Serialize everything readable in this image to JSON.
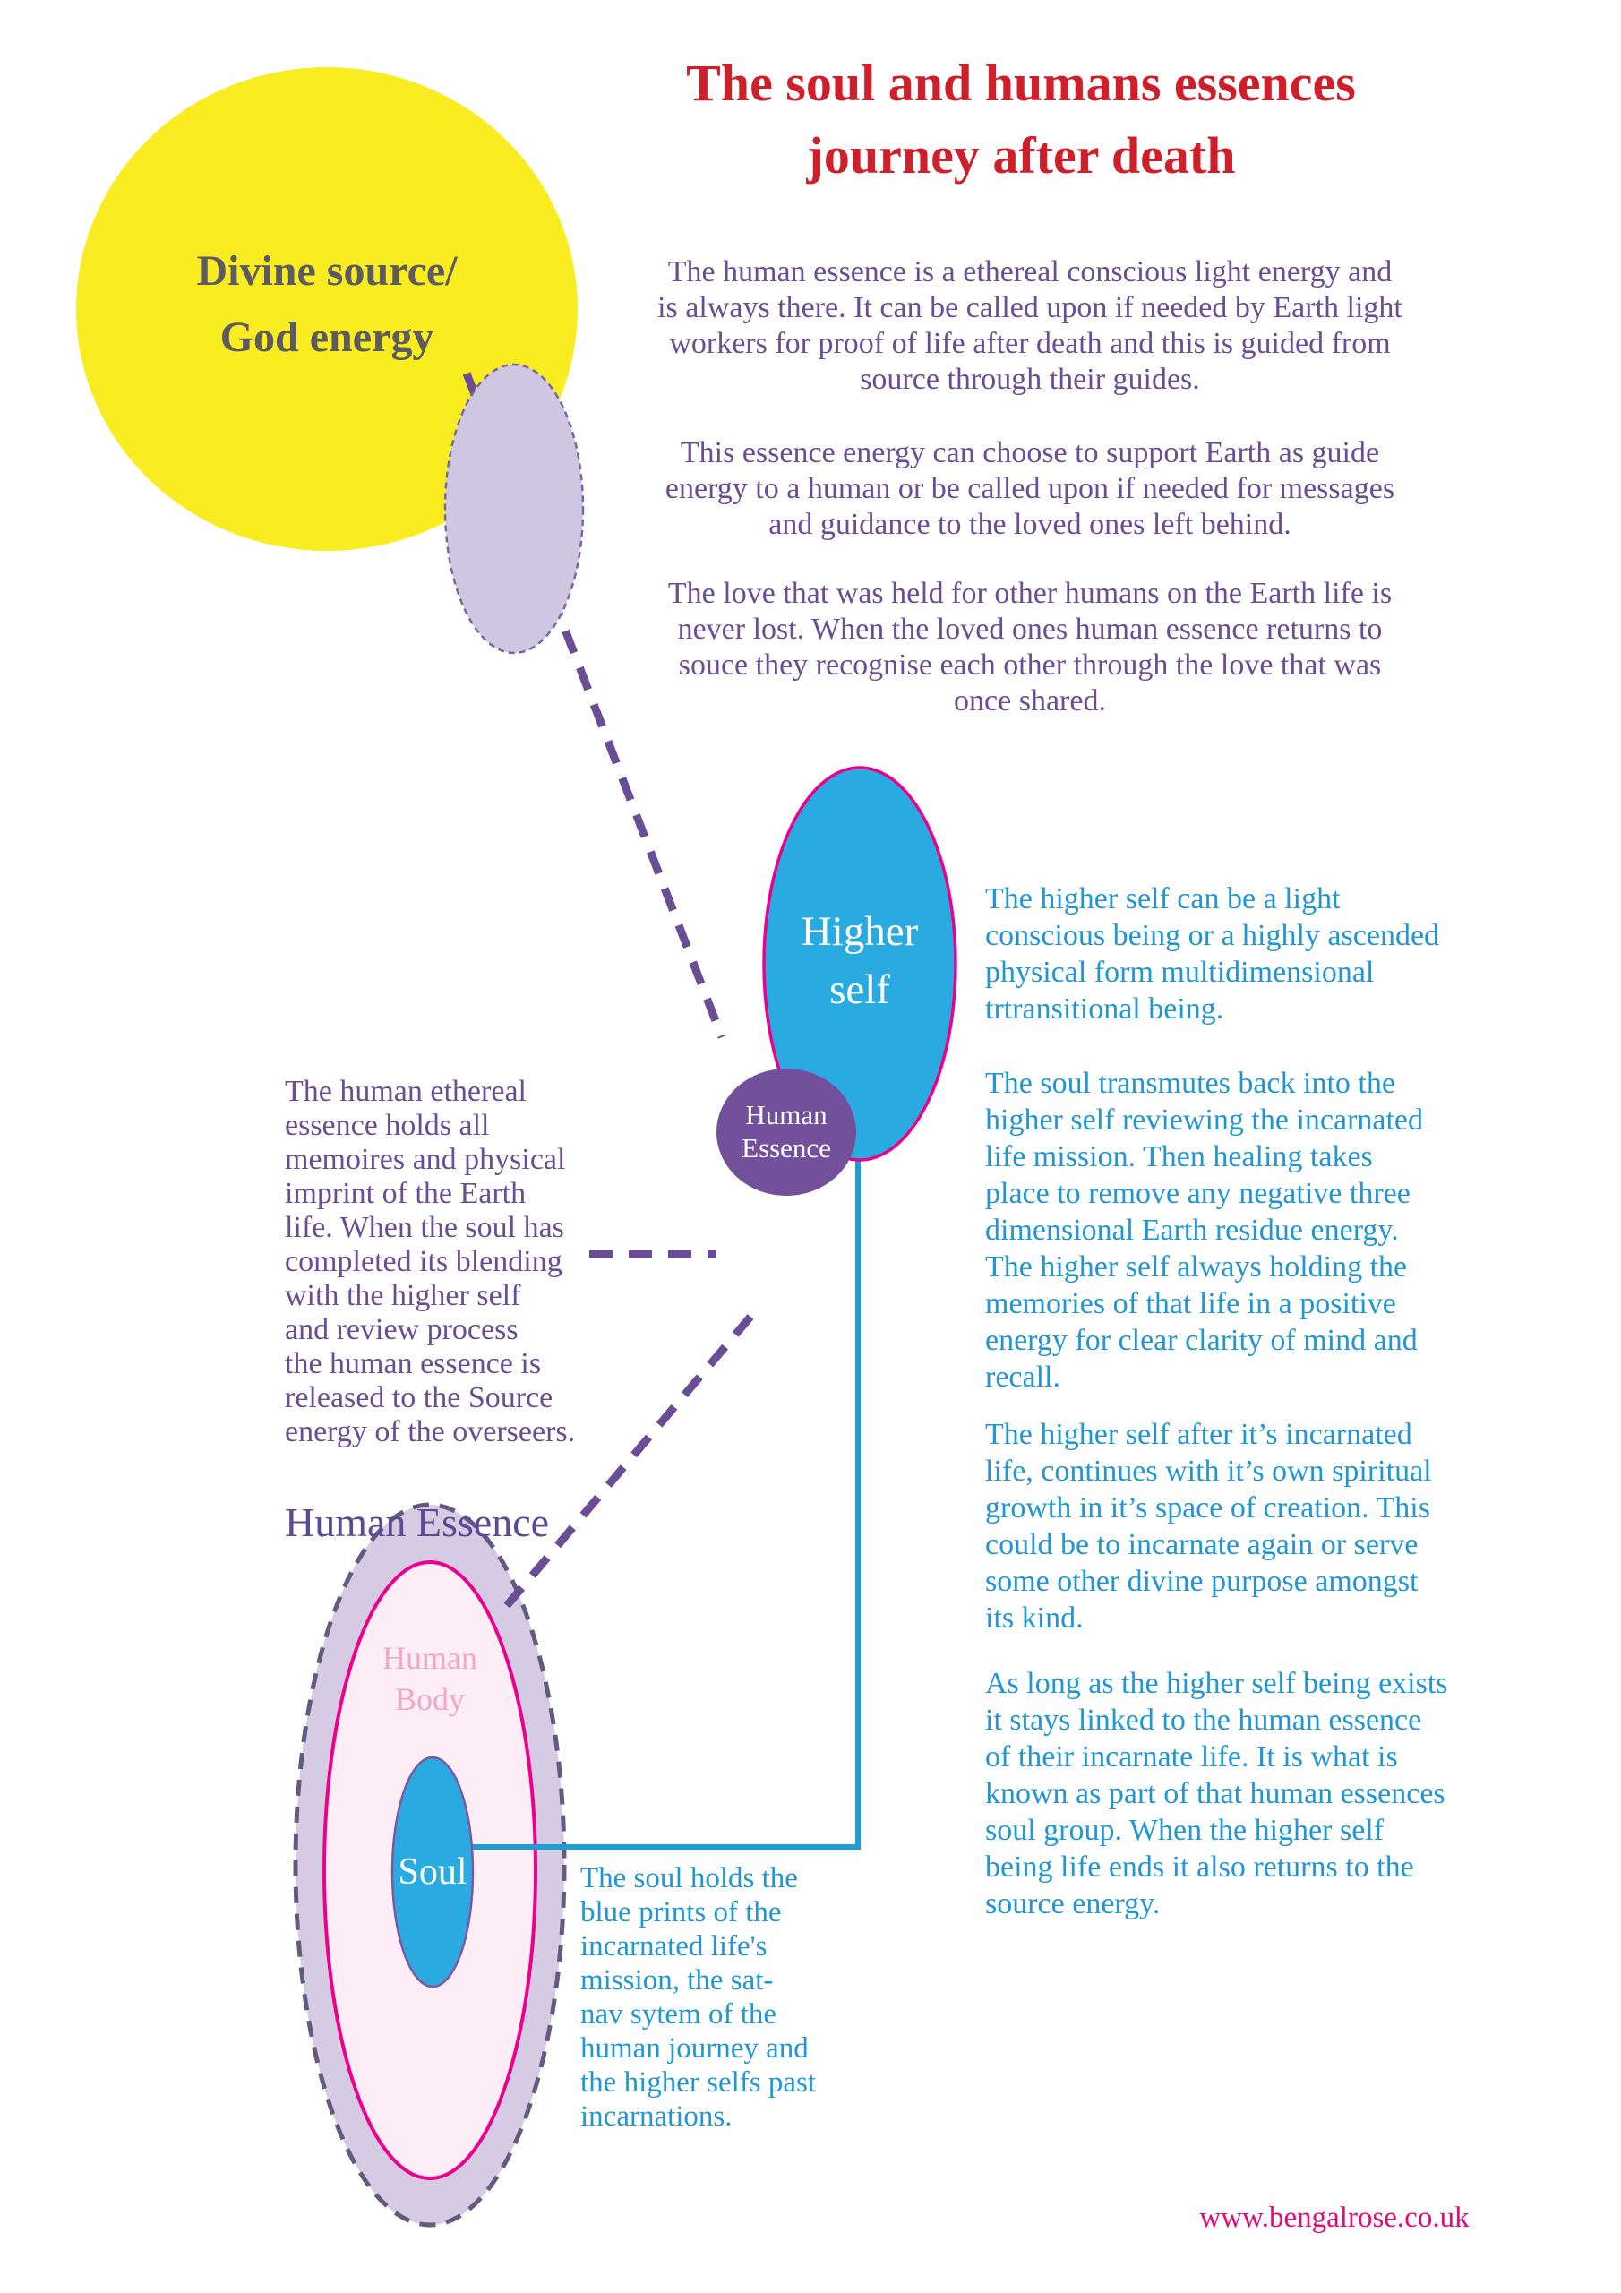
{
  "title": "The soul and humans essences\njourney after death",
  "divine_source_label": "Divine source/\nGod energy",
  "top_paragraphs": [
    "The human essence is a ethereal conscious light energy and\nis always there. It can be called upon if needed by Earth light\nworkers for proof of life after death and this is guided from\nsource through their guides.",
    "This essence energy can choose to support Earth as guide\nenergy to a human or be called upon if needed for messages\nand guidance to the loved ones left behind.",
    "The love that was held for other humans on the Earth life is\nnever lost. When the loved ones human essence returns  to\nsouce they recognise each other through the love that was\nonce shared."
  ],
  "higher_self_label": "Higher\nself",
  "human_essence_node_label": "Human\nEssence",
  "left_paragraph": "The human ethereal\nessence holds all\nmemoires and physical\nimprint of the Earth\nlife. When the soul has\ncompleted its blending\nwith the higher self\nand review process\nthe human essence is\nreleased to the Source\nenergy of the overseers.",
  "human_essence_heading": "Human Essence",
  "human_body_label": "Human\nBody",
  "soul_label": "Soul",
  "soul_paragraph": "The soul holds the\nblue prints of the\nincarnated life's\nmission, the sat-\nnav sytem of the\nhuman journey and\nthe higher selfs past\nincarnations.",
  "right_paragraphs": [
    "The higher self can be a light\nconscious being or a highly ascended\nphysical form multidimensional\ntrtransitional being.",
    "The soul transmutes back into the\nhigher self reviewing the incarnated\nlife mission. Then healing takes\nplace to remove any negative three\ndimensional Earth residue energy.\nThe higher self always holding the\nmemories of that life in a positive\nenergy for clear clarity of mind and\nrecall.",
    "The higher self after it’s incarnated\nlife, continues with it’s own spiritual\ngrowth in it’s space of creation. This\ncould be to incarnate again or serve\nsome other divine purpose amongst\nits kind.",
    "As long as the higher self being exists\nit stays linked to the human essence\nof their incarnate life. It is what is\nknown as part of that human essences\nsoul group. When the higher self\nbeing life ends it also returns to the\nsource energy."
  ],
  "footer_url": "www.bengalrose.co.uk",
  "colors": {
    "title_red": "#cf1f2a",
    "divine_yellow": "#f9ed21",
    "divine_text_gray": "#5c5b60",
    "purple_text": "#6a4d94",
    "lavender_fill": "#cfc6e1",
    "big_lavender_fill": "#d5cce3",
    "lavender_dash_stroke": "#645a81",
    "cyan_text": "#2096d3",
    "node_blue": "#29abe2",
    "magenta_border": "#ec008c",
    "human_essence_purple": "#73509b",
    "human_body_pink_fill": "#fdeef6",
    "human_body_text_pink": "#f4a6c6",
    "url_pink": "#e40a7c"
  }
}
